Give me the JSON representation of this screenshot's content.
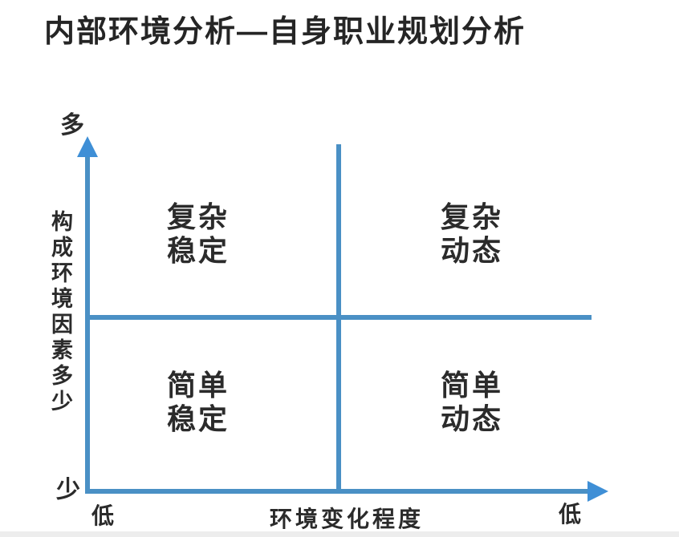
{
  "title": "内部环境分析—自身职业规划分析",
  "colors": {
    "axis_line": "#4a90c5",
    "arrow": "#3f8fd6",
    "text": "#2b2b2b"
  },
  "y_axis": {
    "label": "构成环境因素多少",
    "top": "多",
    "bottom": "少"
  },
  "x_axis": {
    "label": "环境变化程度",
    "left": "低",
    "right": "低"
  },
  "quadrants": {
    "top_left": {
      "line1": "复杂",
      "line2": "稳定"
    },
    "top_right": {
      "line1": "复杂",
      "line2": "动态"
    },
    "bottom_left": {
      "line1": "简单",
      "line2": "稳定"
    },
    "bottom_right": {
      "line1": "简单",
      "line2": "动态"
    }
  }
}
